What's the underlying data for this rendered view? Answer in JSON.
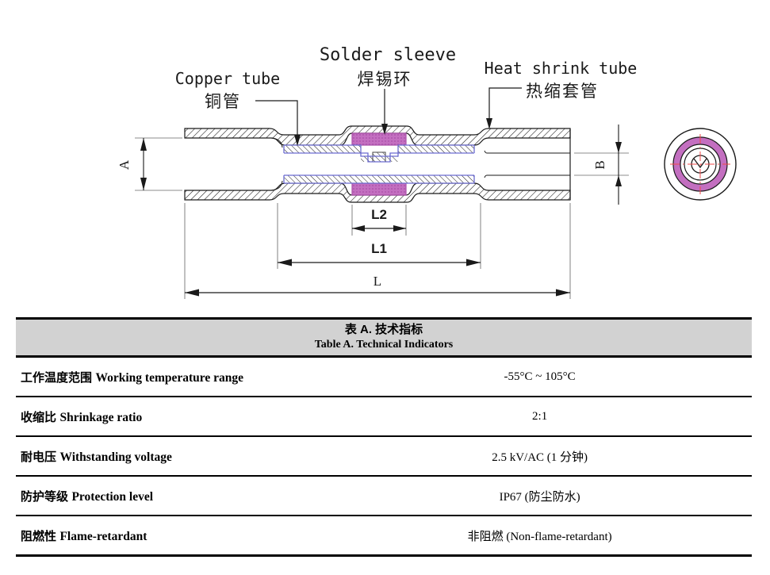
{
  "diagram": {
    "labels": {
      "copper": {
        "en": "Copper tube",
        "zh": "铜管"
      },
      "solder": {
        "en": "Solder sleeve",
        "zh": "焊锡环"
      },
      "shrink": {
        "en": "Heat shrink tube",
        "zh": "热缩套管"
      }
    },
    "dims": {
      "a": "A",
      "b": "B",
      "l": "L",
      "l1": "L1",
      "l2": "L2"
    },
    "colors": {
      "solder_fill": "#c36fc0",
      "solder_dot": "#a94fa8",
      "copper_line": "#6b6bd0",
      "centerline_red": "#f04848",
      "line_black": "#1a1a1a",
      "extension_gray": "#8c8c8c"
    }
  },
  "table": {
    "title_zh": "表 A. 技术指标",
    "title_en": "Table A. Technical Indicators",
    "rows": [
      {
        "label_zh": "工作温度范围",
        "label_en": "Working temperature range",
        "value": "-55°C ~ 105°C"
      },
      {
        "label_zh": "收缩比",
        "label_en": "Shrinkage ratio",
        "value": "2:1"
      },
      {
        "label_zh": "耐电压",
        "label_en": "Withstanding voltage",
        "value": "2.5 kV/AC (1  分钟)"
      },
      {
        "label_zh": "防护等级",
        "label_en": "Protection level",
        "value": "IP67 (防尘防水)"
      },
      {
        "label_zh": "阻燃性",
        "label_en": "Flame-retardant",
        "value": "非阻燃 (Non-flame-retardant)"
      }
    ]
  }
}
